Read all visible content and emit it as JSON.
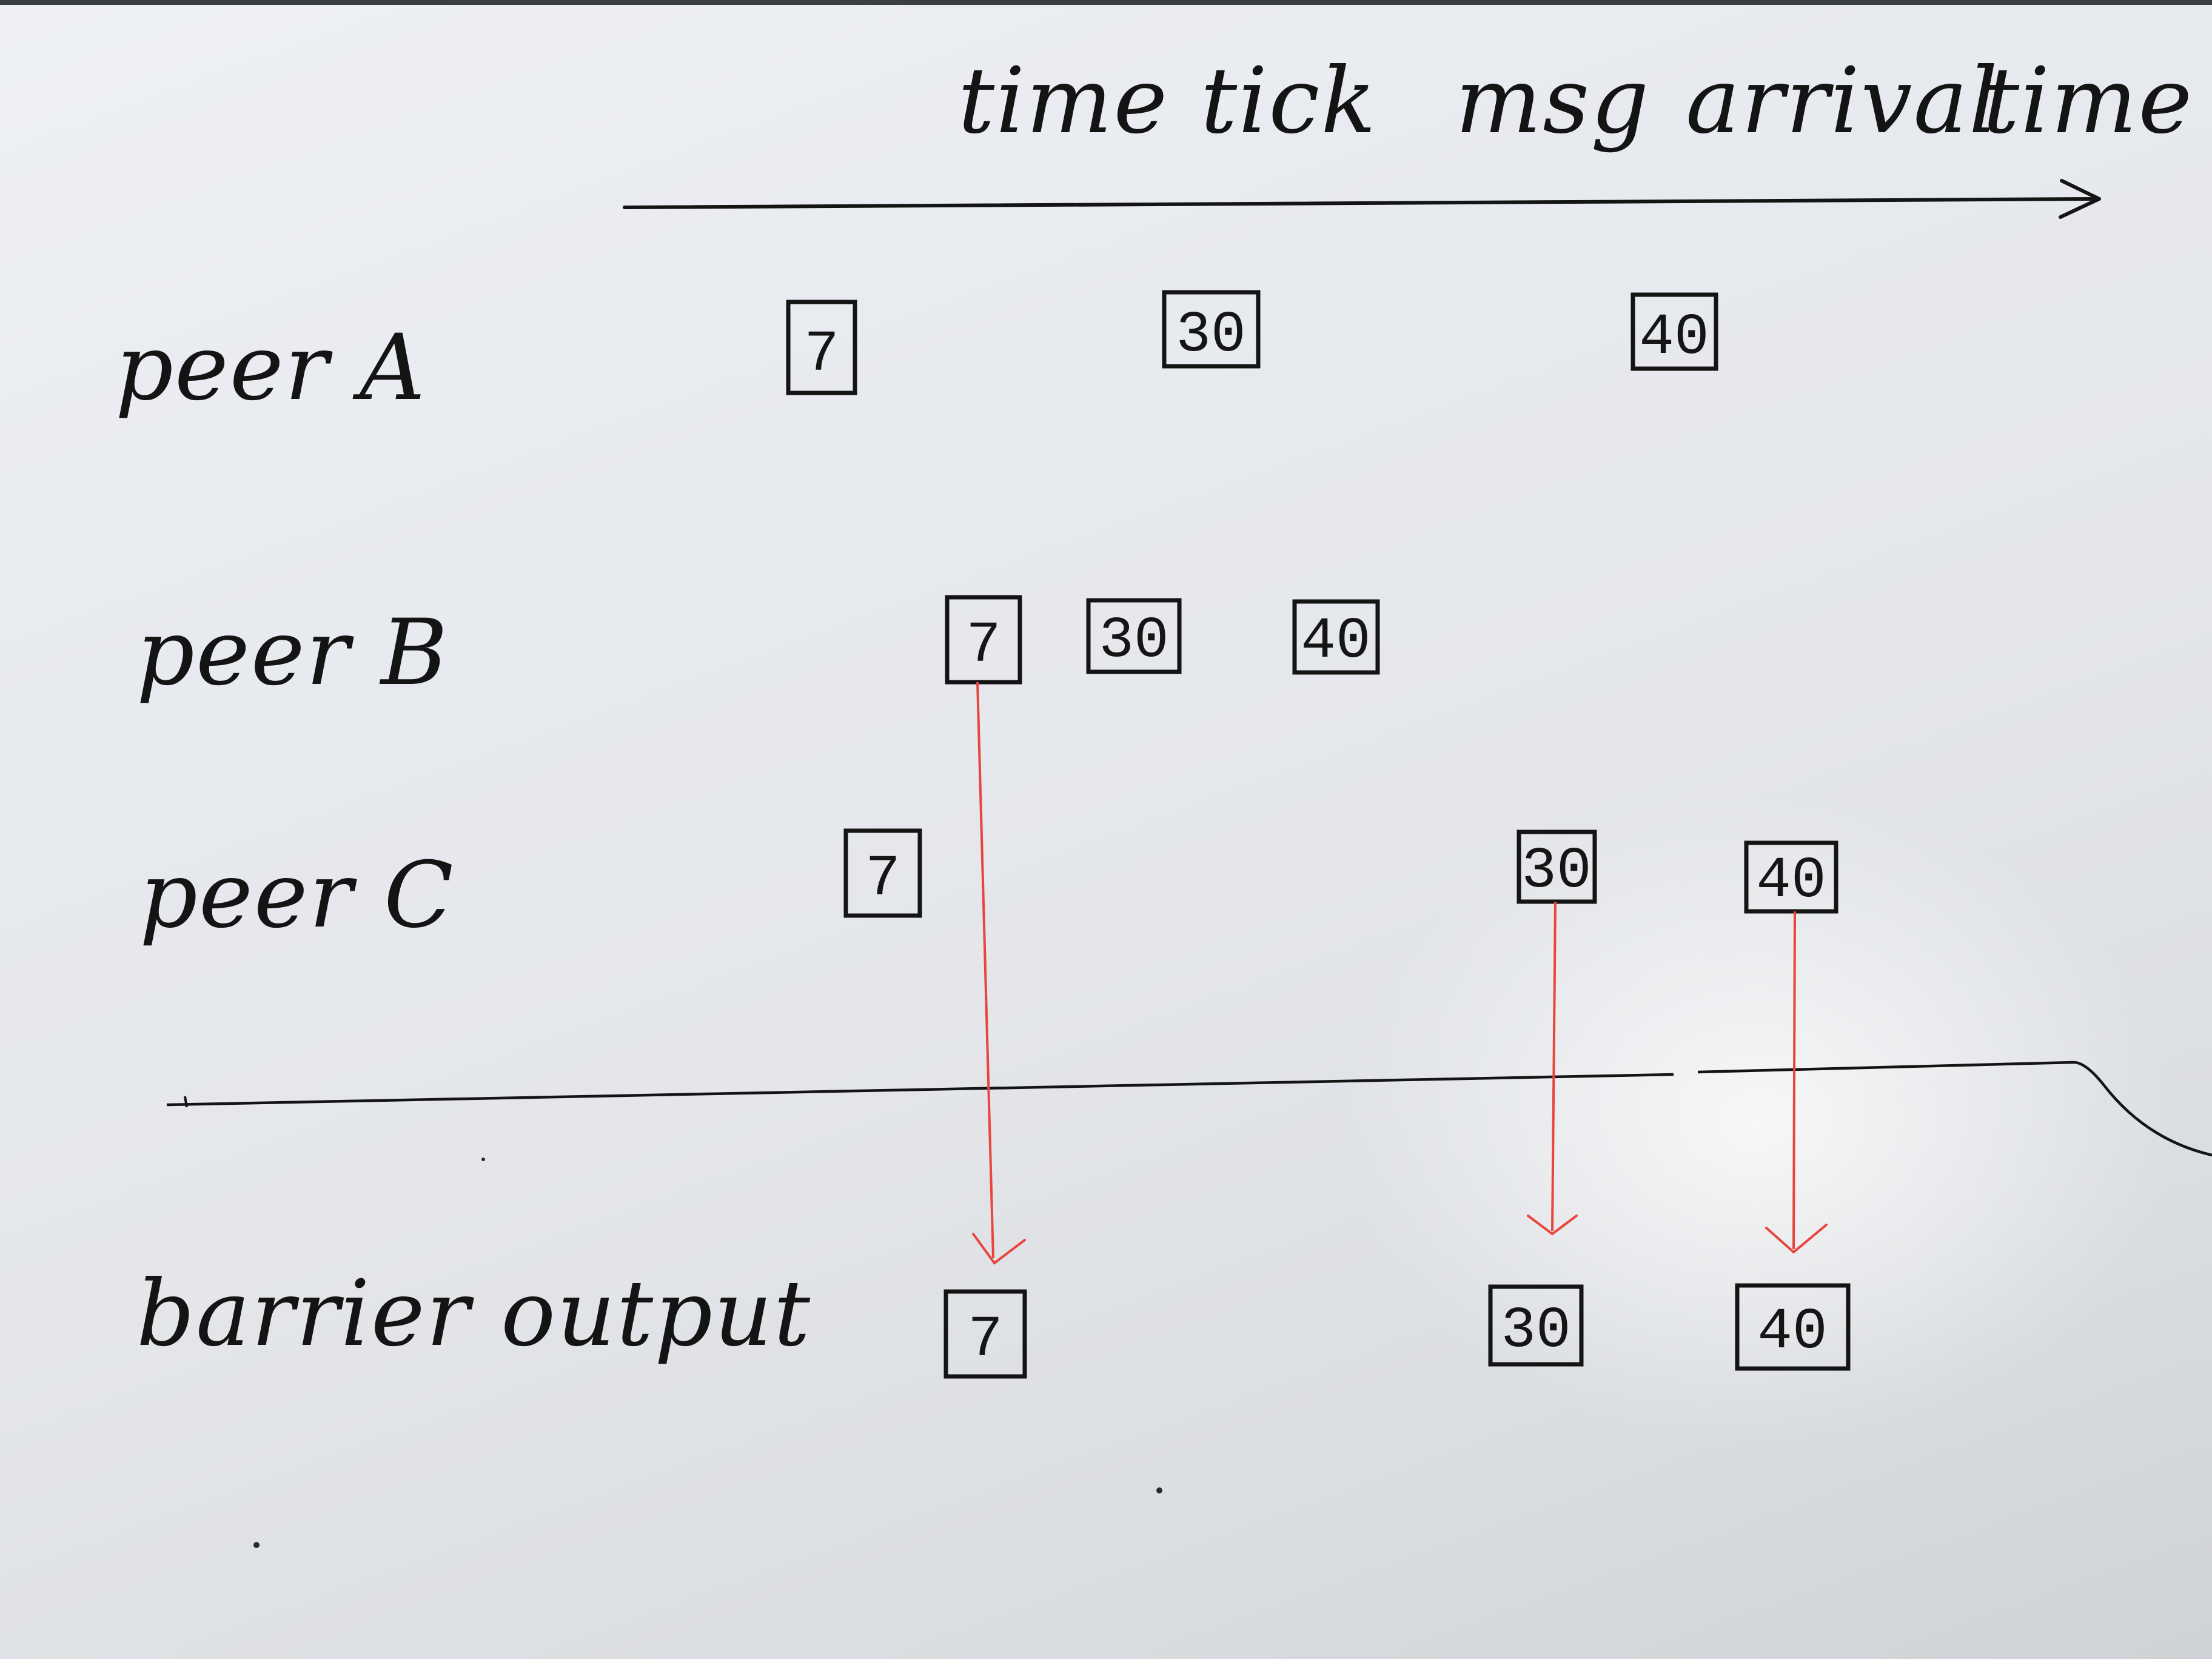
{
  "header": {
    "axis_words": [
      "time",
      "tick",
      "msg",
      "arrival",
      "time"
    ]
  },
  "rows": [
    {
      "label": "peer A",
      "boxes": [
        "7",
        "30",
        "40"
      ]
    },
    {
      "label": "peer B",
      "boxes": [
        "7",
        "30",
        "40"
      ]
    },
    {
      "label": "peer C",
      "boxes": [
        "7",
        "30",
        "40"
      ]
    }
  ],
  "output": {
    "label": "barrier output",
    "boxes": [
      "7",
      "30",
      "40"
    ]
  },
  "colors": {
    "ink": "#141414",
    "arrow": "#e8453c",
    "paper": "#e6e8ec"
  }
}
